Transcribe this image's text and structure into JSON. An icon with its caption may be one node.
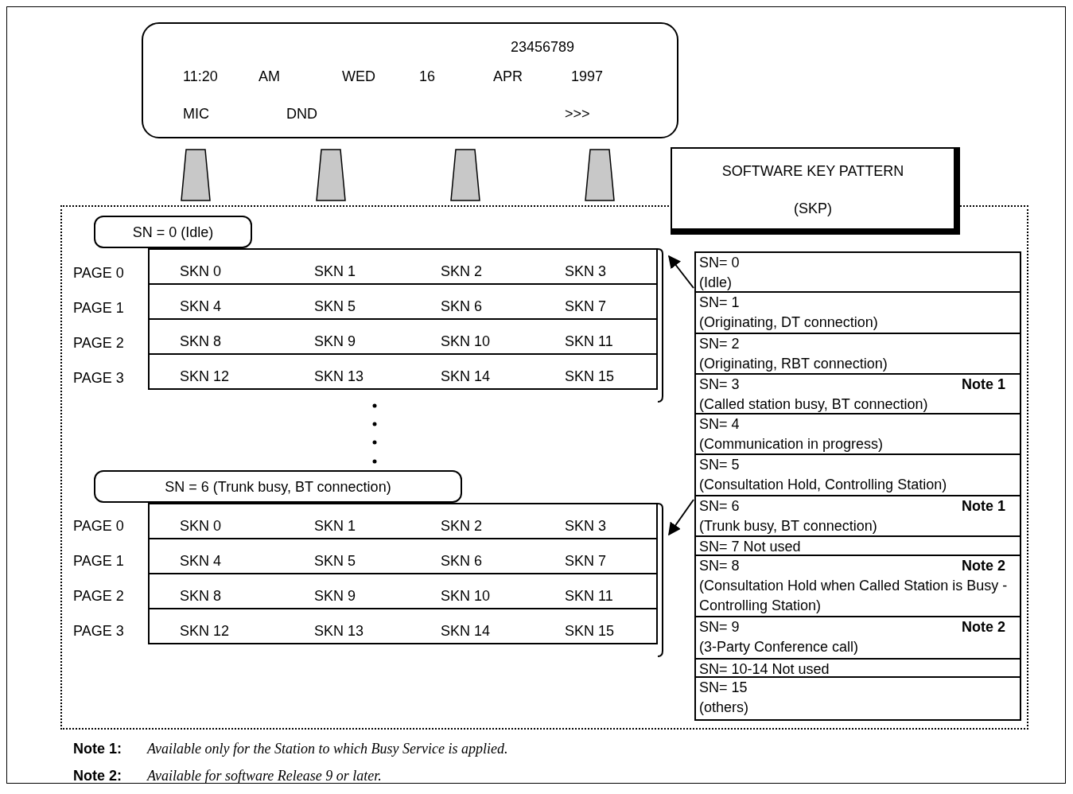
{
  "diagram": {
    "nodes": [
      {
        "text": [
          "23456789",
          "11:20",
          "AM",
          "WED",
          "16",
          "APR",
          "1997",
          "MIC",
          "DND",
          ">>>"
        ]
      },
      {
        "text": [],
        "shape": "box"
      },
      {
        "text": [
          "SOFTWARE KEY PATTERN",
          "(SKP)"
        ]
      },
      {
        "text": [
          "SN = 0 (Idle)"
        ],
        "in": 1
      },
      {
        "text": [
          "SKN 0",
          "SKN 1",
          "SKN 2",
          "SKN 3",
          "SKN 4",
          "SKN 5",
          "SKN 6",
          "SKN 7",
          "SKN 8",
          "SKN 9",
          "SKN 10",
          "SKN 11",
          "SKN 12",
          "SKN 13",
          "SKN 14",
          "SKN 15"
        ],
        "in": 1
      },
      {
        "text": [
          "SN = 6 (Trunk busy, BT connection)"
        ],
        "in": 1
      },
      {
        "text": [
          "SKN 0",
          "SKN 1",
          "SKN 2",
          "SKN 3",
          "SKN 4",
          "SKN 5",
          "SKN 6",
          "SKN 7",
          "SKN 8",
          "SKN 9",
          "SKN 10",
          "SKN 11",
          "SKN 12",
          "SKN 13",
          "SKN 14",
          "SKN 15"
        ],
        "in": 1
      },
      {
        "text": [],
        "shape": "box",
        "in": 1
      },
      {
        "text": [
          "SN= 0",
          "(Idle)"
        ],
        "in": 7
      },
      {
        "text": [
          "SN= 1",
          "(Originating, DT connection)"
        ],
        "in": 7
      },
      {
        "text": [
          "SN= 2",
          "(Originating, RBT connection)"
        ],
        "in": 7
      },
      {
        "text": [
          "SN= 3",
          "Note 1",
          "(Called station busy, BT connection)"
        ],
        "in": 7
      },
      {
        "text": [
          "SN= 4",
          "(Communication in progress)"
        ],
        "in": 7
      },
      {
        "text": [
          "SN= 5",
          "(Consultation Hold, Controlling Station)"
        ],
        "in": 7
      },
      {
        "text": [
          "SN= 6",
          "Note 1",
          "(Trunk busy, BT connection)"
        ],
        "in": 7
      },
      {
        "text": [
          "SN= 7 Not used"
        ],
        "in": 7
      },
      {
        "text": [
          "SN= 8",
          "Note 2",
          "(Consultation Hold when Called Station is Busy - Controlling Station)"
        ],
        "in": 7
      },
      {
        "text": [
          "SN= 9",
          "Note 2",
          "(3-Party Conference call)"
        ],
        "in": 7
      },
      {
        "text": [
          "SN= 10-14 Not used"
        ],
        "in": 7
      },
      {
        "text": [
          "SN= 15",
          "(others)"
        ],
        "in": 7
      }
    ],
    "edges": [
      {
        "from": 8,
        "to": 4,
        "arrow": "to"
      },
      {
        "from": 14,
        "to": 6,
        "arrow": "to"
      }
    ],
    "labels": [
      "PAGE 0",
      "PAGE 1",
      "PAGE 2",
      "PAGE 3",
      "PAGE 0",
      "PAGE 1",
      "PAGE 2",
      "PAGE 3",
      "Note 1:",
      "Available only for the Station to which Busy Service is applied.",
      "Note 2:",
      "Available for software Release 9 or later."
    ]
  }
}
